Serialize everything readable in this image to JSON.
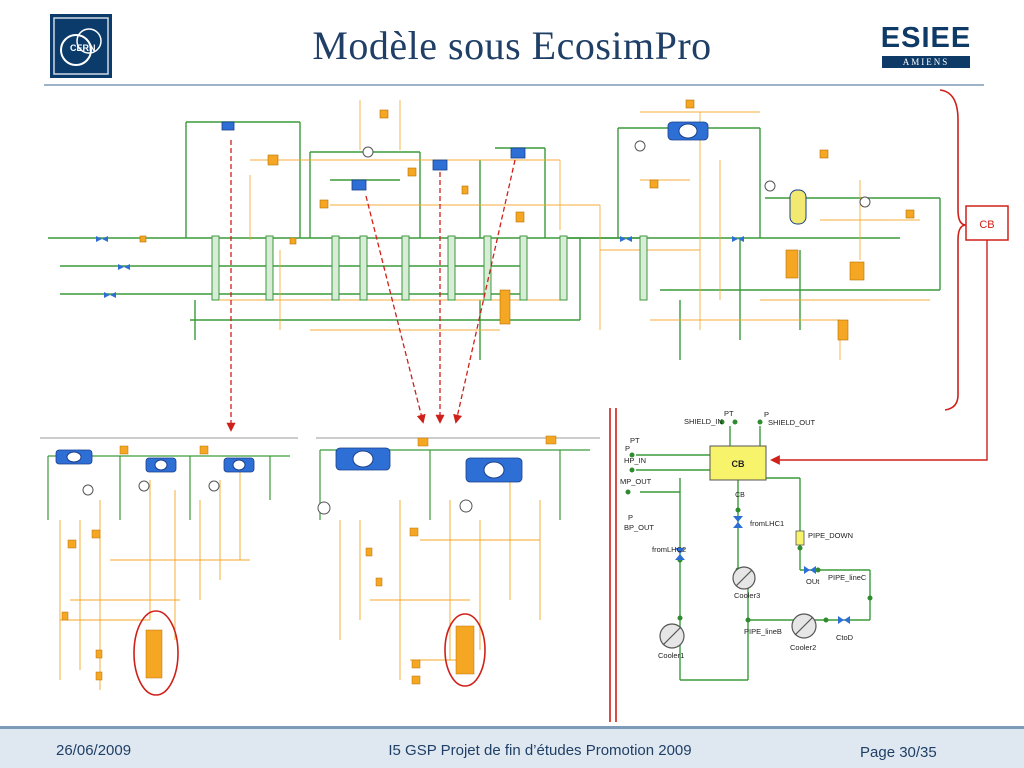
{
  "slide": {
    "title": "Modèle sous EcosimPro",
    "footer_date": "26/06/2009",
    "footer_center": "I5 GSP Projet de fin d’études Promotion 2009",
    "footer_page": "Page 30/35"
  },
  "logos": {
    "cern": "CERN",
    "esiee_name": "ESIEE",
    "esiee_city": "AMIENS"
  },
  "callout": {
    "label": "CB"
  },
  "cb_detail": {
    "block_label": "CB",
    "cb_port_label": "CB",
    "ports": {
      "shield_in": "SHIELD_IN",
      "shield_out": "SHIELD_OUT",
      "pt_top": "PT",
      "p_top": "P",
      "pt_left": "PT",
      "p_left": "P",
      "hp_in": "HP_IN",
      "mp_out": "MP_OUT",
      "bp_out": "BP_OUT",
      "p_bp": "P"
    },
    "components": {
      "from_lhc2": "fromLHC2",
      "from_lhc1": "fromLHC1",
      "pipe_down": "PIPE_DOWN",
      "cooler3": "Cooler3",
      "out": "OUt",
      "pipe_linec": "PIPE_lineC",
      "pipe_lineb": "PIPE_lineB",
      "cooler1": "Cooler1",
      "cooler2": "Cooler2",
      "ctod": "CtoD"
    }
  },
  "colors": {
    "title": "#1f3f66",
    "orange": "#f5a623",
    "green_pipe": "#3c9a3c",
    "blue_valve": "#2e6fd6",
    "red_arrow": "#d0201a",
    "cb_block": "#f7f36b"
  }
}
